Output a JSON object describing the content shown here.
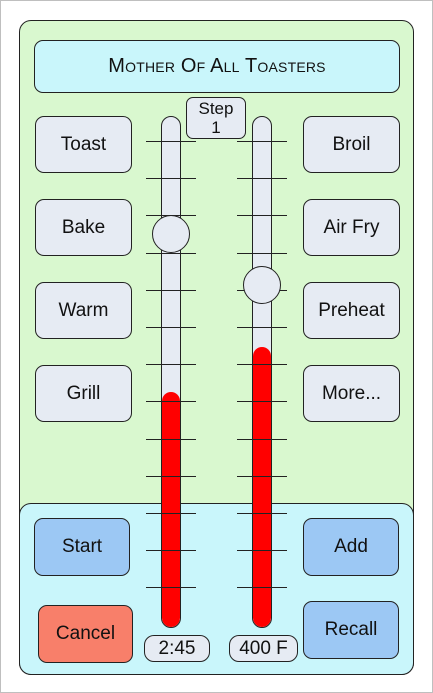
{
  "app": {
    "title": "Mother Of All Toasters"
  },
  "modes": {
    "left": [
      "Toast",
      "Bake",
      "Warm",
      "Grill"
    ],
    "right": [
      "Broil",
      "Air Fry",
      "Preheat",
      "More..."
    ]
  },
  "step": {
    "label": "Step",
    "value": "1"
  },
  "time_slider": {
    "readout": "2:45",
    "fill_fraction": 0.46,
    "knob_fraction": 0.77
  },
  "temp_slider": {
    "readout": "400 F",
    "fill_fraction": 0.55,
    "knob_fraction": 0.67
  },
  "controls": {
    "start_label": "Start",
    "cancel_label": "Cancel",
    "add_label": "Add",
    "recall_label": "Recall"
  },
  "colors": {
    "device_bg": "#d9f8cf",
    "panel_bg": "#c9f6fb",
    "button_grey": "#e6ebf3",
    "button_blue": "#9cc8f4",
    "button_red": "#f87f6a",
    "fill_red": "#ff0000"
  }
}
